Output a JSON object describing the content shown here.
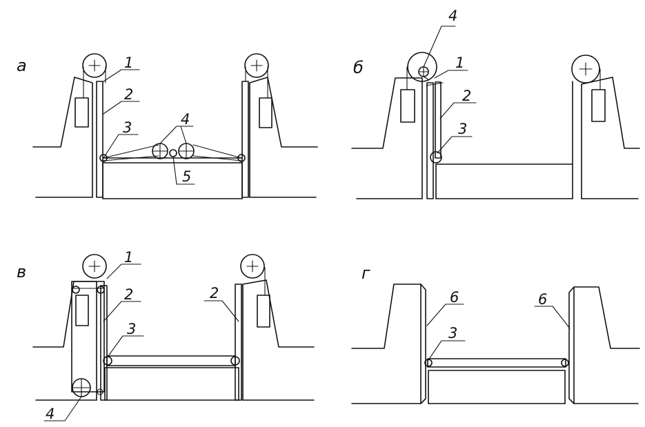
{
  "panels": {
    "a": {
      "letter": "а",
      "callouts": {
        "n1": "1",
        "n2": "2",
        "n3": "3",
        "n4": "4",
        "n5": "5"
      }
    },
    "b": {
      "letter": "б",
      "callouts": {
        "n1": "1",
        "n2": "2",
        "n3": "3",
        "n4": "4"
      }
    },
    "v": {
      "letter": "в",
      "callouts": {
        "n1": "1",
        "n2_left": "2",
        "n2_right": "2",
        "n3": "3",
        "n4": "4"
      }
    },
    "g": {
      "letter": "г",
      "callouts": {
        "n3": "3",
        "n6_left": "6",
        "n6_right": "6"
      }
    }
  }
}
